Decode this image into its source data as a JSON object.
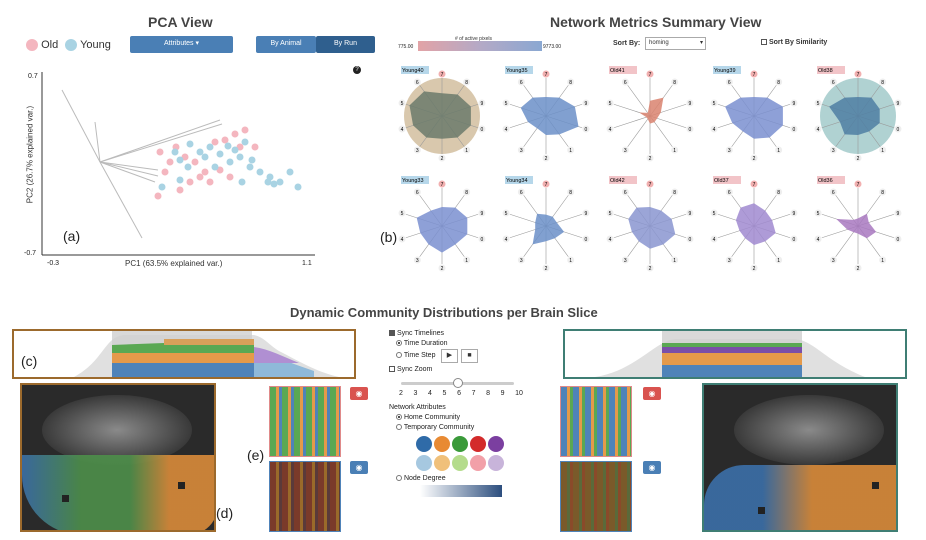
{
  "pca": {
    "title": "PCA View",
    "legend_old": "Old",
    "legend_young": "Young",
    "attributes_label": "Attributes ▾",
    "by_animal": "By Animal",
    "by_run": "By Run",
    "y_top": "0.7",
    "y_bottom": "-0.7",
    "x_left": "-0.3",
    "x_right": "1.1",
    "x_axis": "PC1 (63.5% explained var.)",
    "y_axis": "PC2 (26.7% explained var.)",
    "help": "?",
    "panel": "(a)"
  },
  "metrics": {
    "title": "Network Metrics Summary View",
    "active_pixels_label": "# of active pixels",
    "range_min": "775.00",
    "range_max": "9773.00",
    "sort_by_label": "Sort By:",
    "sort_by_value": "homing",
    "sort_similarity": "Sort By Similarity",
    "panel": "(b)",
    "spokes": [
      "0",
      "1",
      "2",
      "3",
      "4",
      "5",
      "6",
      "7",
      "8",
      "9"
    ],
    "radars": [
      {
        "label": "Young40",
        "group": "young"
      },
      {
        "label": "Young35",
        "group": "young"
      },
      {
        "label": "Old41",
        "group": "old"
      },
      {
        "label": "Young39",
        "group": "young"
      },
      {
        "label": "Old38",
        "group": "old"
      },
      {
        "label": "Young33",
        "group": "young"
      },
      {
        "label": "Young34",
        "group": "young"
      },
      {
        "label": "Old42",
        "group": "old"
      },
      {
        "label": "Old37",
        "group": "old"
      },
      {
        "label": "Old36",
        "group": "old"
      }
    ]
  },
  "community": {
    "title": "Dynamic Community Distributions per Brain Slice",
    "panel_c": "(c)",
    "panel_d": "(d)",
    "panel_e": "(e)",
    "sync_timelines": "Sync Timelines",
    "time_duration": "Time Duration",
    "time_step": "Time Step",
    "play": "▶",
    "stop": "■",
    "sync_zoom": "Sync Zoom",
    "slider_ticks": [
      "2",
      "3",
      "4",
      "5",
      "6",
      "7",
      "8",
      "9",
      "10"
    ],
    "network_attributes": "Network Attributes",
    "home_community": "Home Community",
    "temporary_community": "Temporary Community",
    "node_degree": "Node Degree"
  },
  "colors": {
    "old": "#f4b6bf",
    "young": "#a9d3e3",
    "button": "#4a7fb5",
    "left_frame": "#9c6a2d",
    "right_frame": "#3f7e74"
  }
}
